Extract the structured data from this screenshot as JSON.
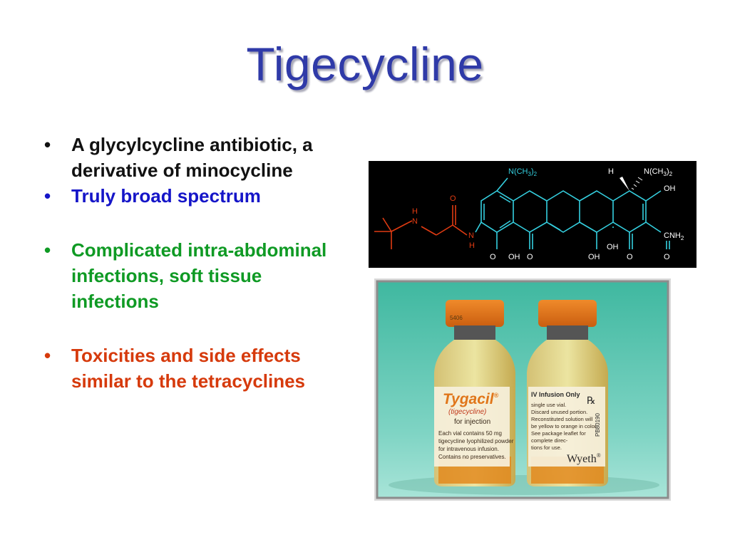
{
  "slide": {
    "title": "Tigecycline",
    "bullet_glyph": "•",
    "bullets": [
      "A glycylcycline antibiotic, a derivative of minocycline",
      "Truly broad spectrum",
      "Complicated intra-abdominal infections, soft tissue infections",
      "Toxicities and side effects similar to the tetracyclines"
    ]
  },
  "structure": {
    "labels": {
      "nme2_left": "N(CH",
      "nme2_right": "N(CH",
      "sub3": "3",
      "sub2": "2",
      "h_top": "H",
      "oh_right": "OH",
      "cnh2": "CNH",
      "o_bottom_right": "O",
      "o_carbonyl2": "O",
      "oh_middle": "OH",
      "o_carbonyl1": "O",
      "oh_bottom2": "OH",
      "o_bottom1": "O",
      "oh_bottom1": "OH",
      "amide_o": "O",
      "amide_n": "N",
      "amide_h": "H",
      "amine_h": "H",
      "amine_n": "N"
    }
  },
  "photo": {
    "brand": "Tygacil",
    "brand_mark": "®",
    "generic": "(tigecycline)",
    "route": "for injection",
    "label_lines": [
      "Each vial contains 50 mg",
      "tigecycline lyophilized powder",
      "for intravenous infusion.",
      "Contains no preservatives."
    ],
    "cap_code": "5406",
    "infusion": "IV Infusion Only",
    "rx": "℞",
    "right_lines": [
      "single use vial.",
      "Discard unused portion.",
      "Reconstituted solution will",
      "be yellow to orange in color.",
      "See package leaflet for",
      "complete direc-",
      "tions for use."
    ],
    "lot": "PB80190",
    "maker": "Wyeth",
    "maker_mark": "®"
  }
}
